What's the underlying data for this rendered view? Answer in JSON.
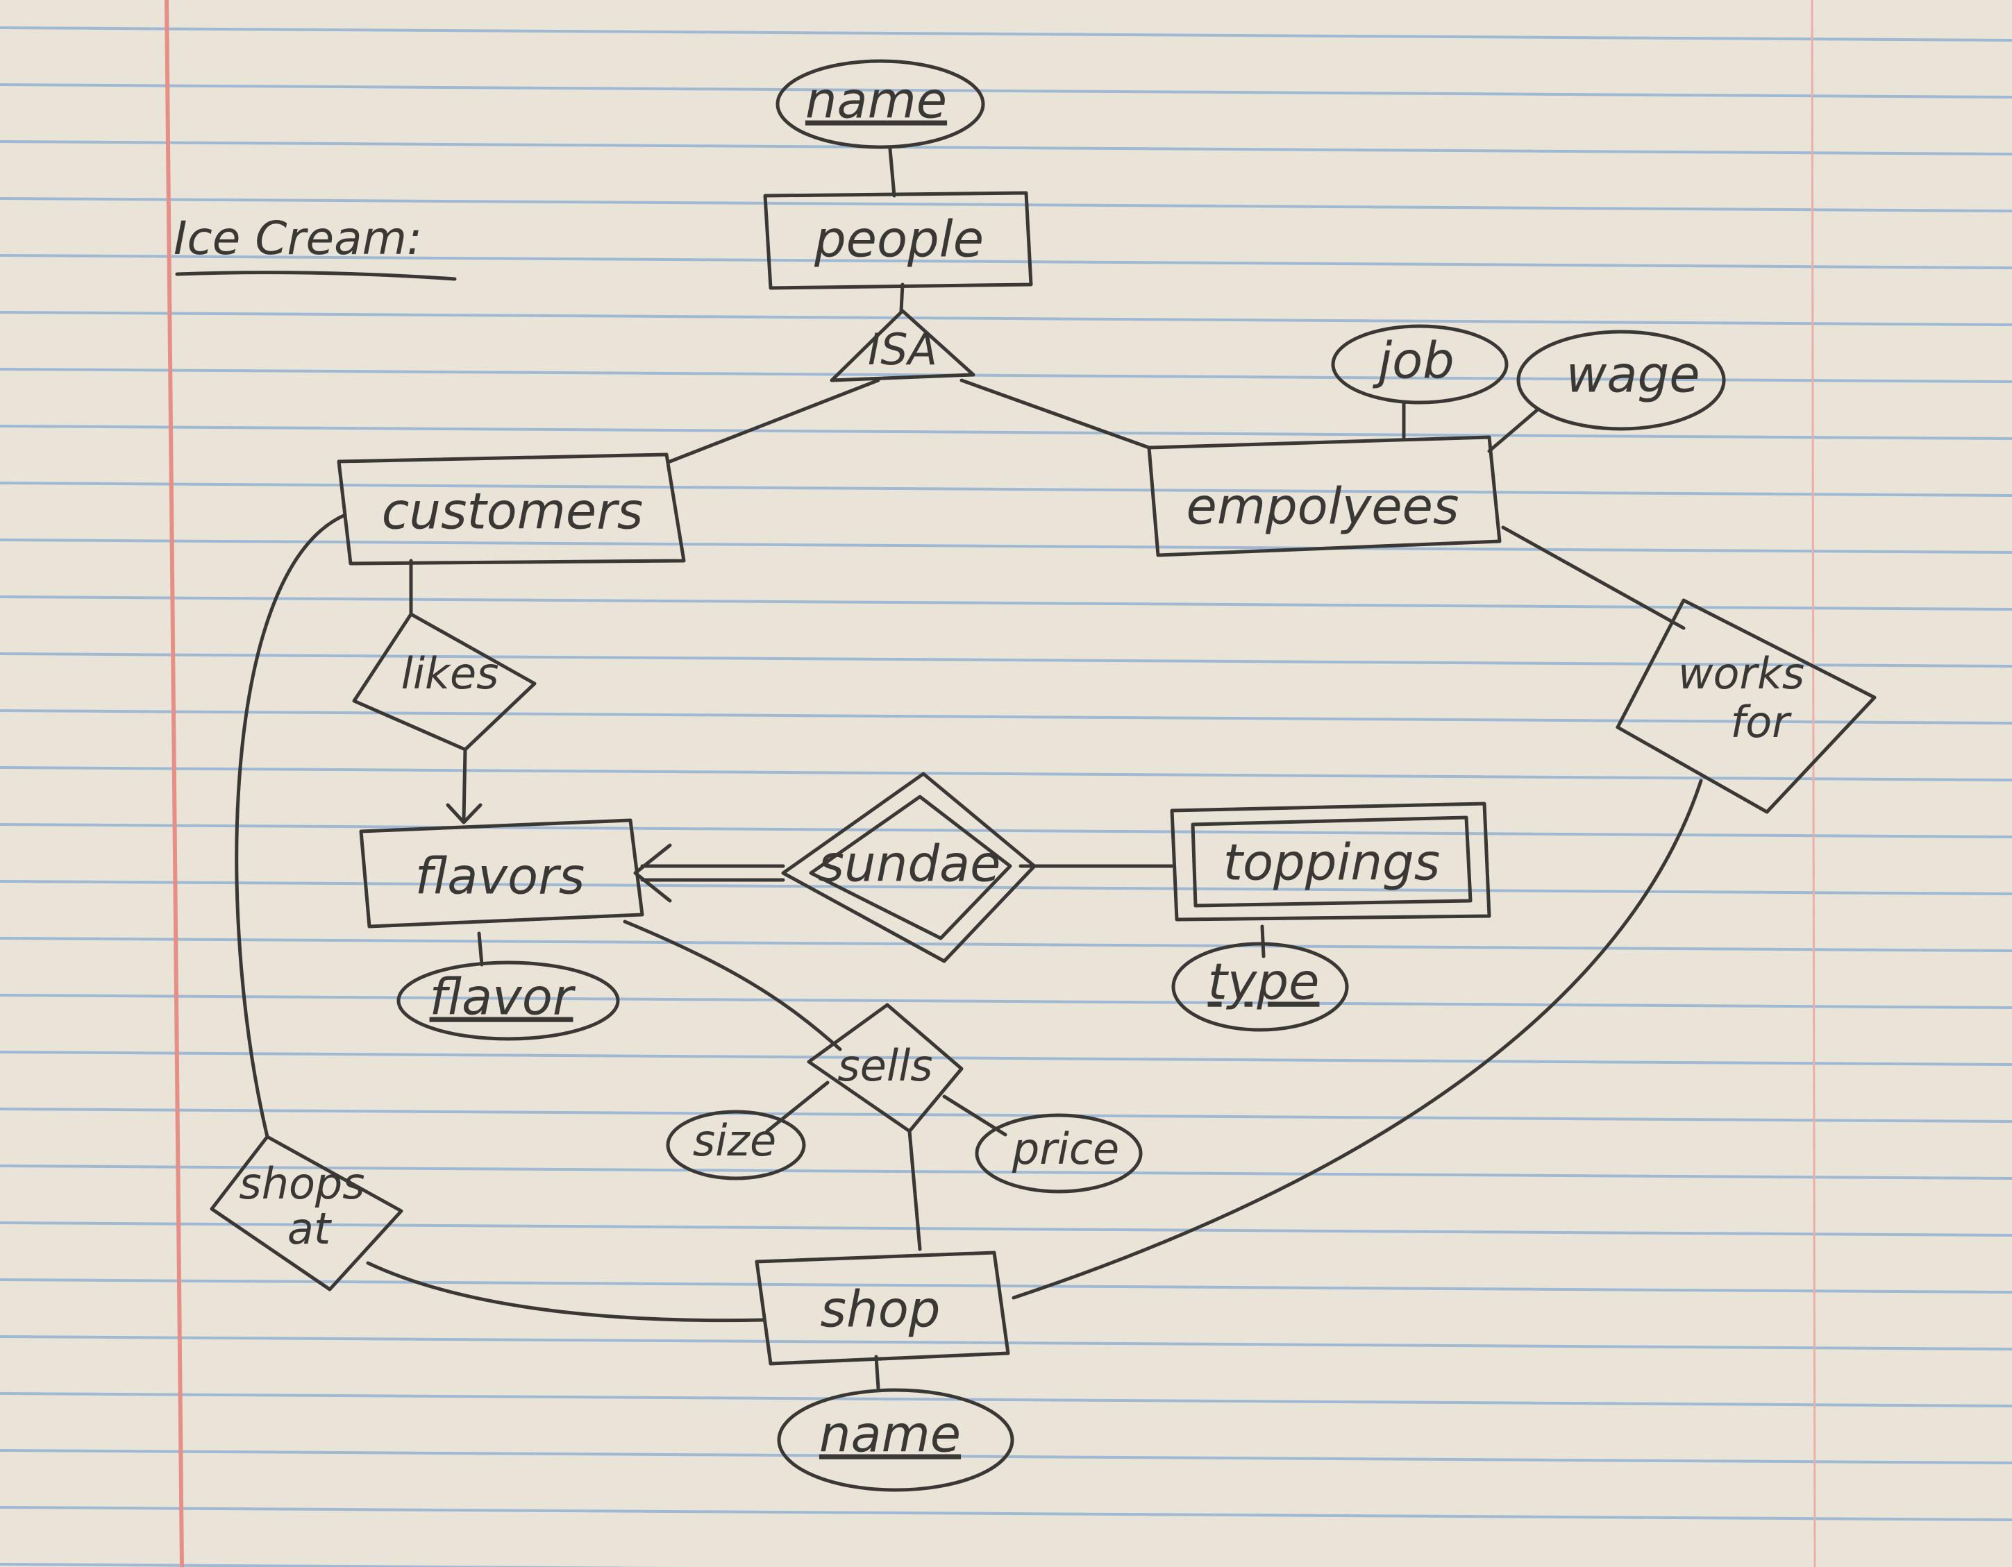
{
  "paper": {
    "background": "#e9e3d8",
    "rule_color": "#9fb8d3",
    "margin_color": "#e58f86",
    "ink_color": "#3a3835"
  },
  "title": "Ice Cream:",
  "entities": {
    "people": "people",
    "customers": "customers",
    "employees": "empolyees",
    "flavors": "flavors",
    "toppings": "toppings",
    "shop": "shop"
  },
  "isa": "ISA",
  "relationships": {
    "likes": "likes",
    "sundae": "sundae",
    "sells": "sells",
    "works_for": [
      "works",
      "for"
    ],
    "shops_at": [
      "shops",
      "at"
    ]
  },
  "attributes": {
    "people_name": "name",
    "job": "job",
    "wage": "wage",
    "flavor": "flavor",
    "type": "type",
    "size": "size",
    "price": "price",
    "shop_name": "name"
  }
}
